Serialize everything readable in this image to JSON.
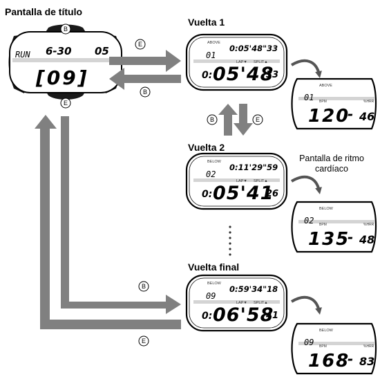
{
  "headings": {
    "title_screen": "Pantalla de título",
    "lap1": "Vuelta 1",
    "lap2": "Vuelta 2",
    "final_lap": "Vuelta final"
  },
  "caption": {
    "line1": "Pantalla de ritmo",
    "line2": "cardíaco"
  },
  "buttons": {
    "b": "B",
    "e": "E"
  },
  "title_display": {
    "top_button": "B",
    "bottom_button": "E",
    "mode": "RUN",
    "date": "6-30",
    "day": "05",
    "number": "[09]"
  },
  "lap_displays": [
    {
      "zone": "ABOVE",
      "lap": "01",
      "time_top": "0:05'48\"33",
      "lap_label": "LAP▼",
      "split_label": "SPLIT▲",
      "hours": "0:",
      "main": "05'48",
      "hundredths": "33"
    },
    {
      "zone": "BELOW",
      "lap": "02",
      "time_top": "0:11'29\"59",
      "lap_label": "LAP▼",
      "split_label": "SPLIT▲",
      "hours": "0:",
      "main": "05'41",
      "hundredths": "26"
    },
    {
      "zone": "BELOW",
      "lap": "09",
      "time_top": "0:59'34\"18",
      "lap_label": "LAP▼",
      "split_label": "SPLIT▲",
      "hours": "0:",
      "main": "06'58",
      "hundredths": "41"
    }
  ],
  "heart_rate_displays": [
    {
      "zone": "ABOVE",
      "lap": "01",
      "bpm_label": "BPM",
      "hrr_label": "%HRR",
      "bpm": "120",
      "dash": "-",
      "hrr": "46"
    },
    {
      "zone": "BELOW",
      "lap": "02",
      "bpm_label": "BPM",
      "hrr_label": "%HRR",
      "bpm": "135",
      "dash": "-",
      "hrr": "48"
    },
    {
      "zone": "BELOW",
      "lap": "09",
      "bpm_label": "BPM",
      "hrr_label": "%HRR",
      "bpm": "168",
      "dash": "-",
      "hrr": "83"
    }
  ],
  "colors": {
    "arrow": "#808080",
    "lcd_band": "#d4d4d4",
    "outline": "#000000"
  }
}
